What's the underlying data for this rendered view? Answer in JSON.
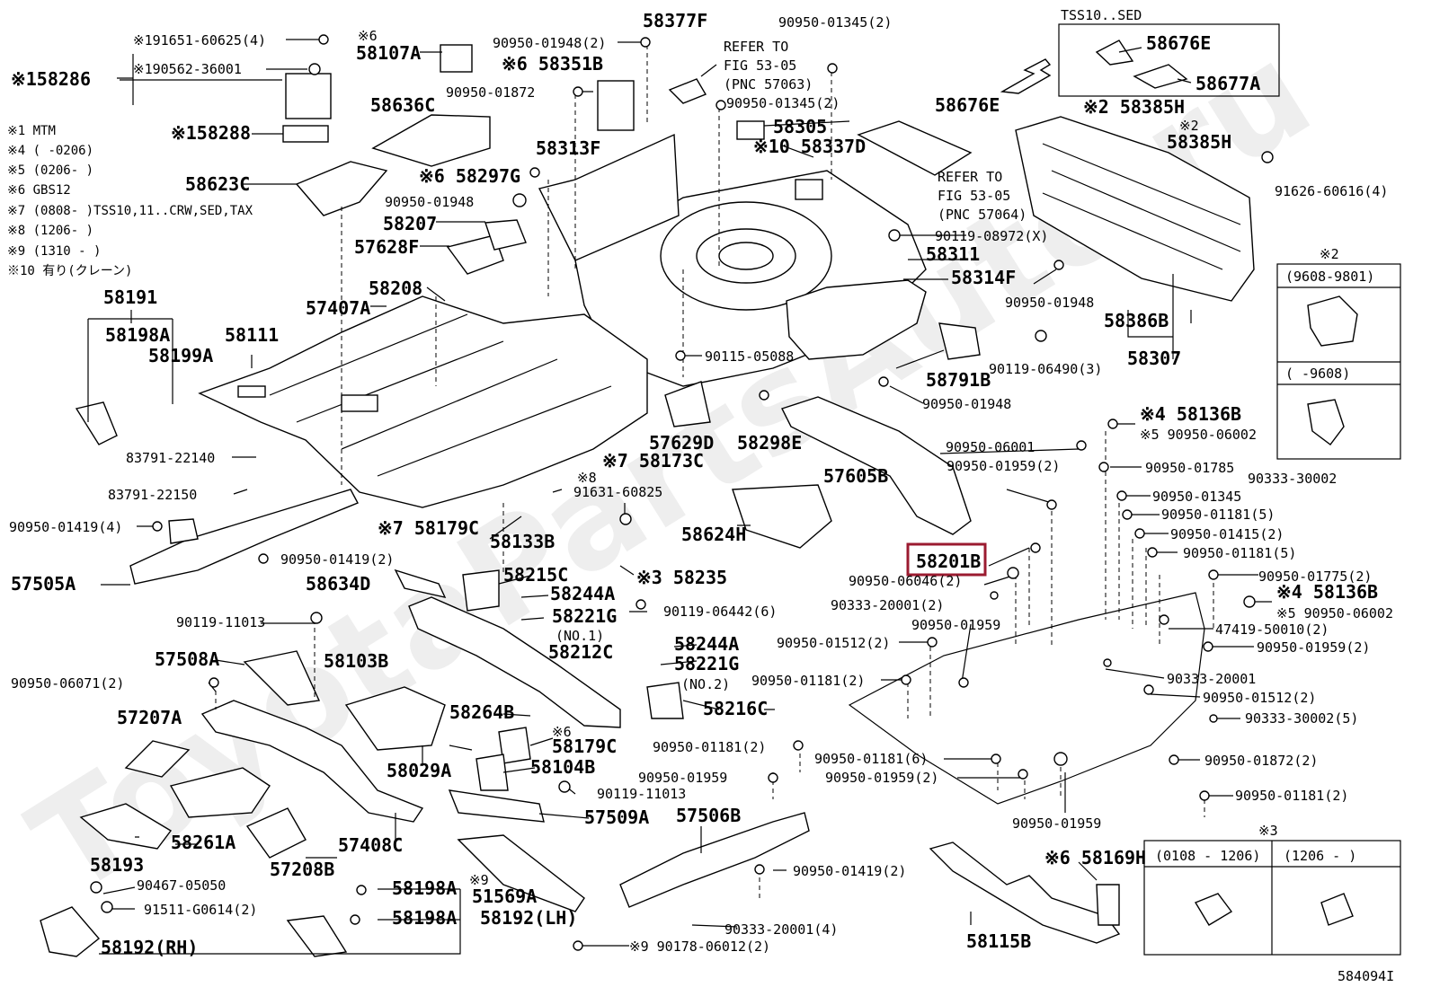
{
  "diagram": {
    "figure_id": "584094I",
    "watermark": "ToyotaPartsAuto.ru",
    "legend": [
      "※1 MTM",
      "※4 (      -0206)",
      "※5 (0206-      )",
      "※6 GBS12",
      "※7 (0808-      )TSS10,11..CRW,SED,TAX",
      "※8 (1206-      )",
      "※9 (1310 -      )",
      "※10 有り(クレーン)"
    ],
    "inset_top": {
      "title": "TSS10..SED",
      "labels": [
        "58676E",
        "58677A"
      ]
    },
    "inset_right": {
      "title": "※2",
      "variants": [
        "(9608-9801)",
        "(      -9608)"
      ]
    },
    "inset_bottom": {
      "title": "※3",
      "variants": [
        "(0108 - 1206)",
        "(1206 -      )"
      ]
    },
    "refer_1": [
      "REFER TO",
      "FIG 53-05",
      "(PNC 57063)"
    ],
    "refer_2": [
      "REFER TO",
      "FIG 53-05",
      "(PNC 57064)"
    ],
    "highlighted_part": "58201B",
    "labels": {
      "l001": "※191651-60625(4)",
      "l002": "※190562-36001",
      "l003": "※158286",
      "l004": "※158288",
      "l005": "※6",
      "l006": "58107A",
      "l007": "90950-01948(2)",
      "l008": "58377F",
      "l009": "※6 58351B",
      "l010": "90950-01872",
      "l011": "90950-01345(2)",
      "l012": "90950-01345(2)",
      "l013": "58305",
      "l014": "※10 58337D",
      "l015": "58676E",
      "l016": "58636C",
      "l017": "58313F",
      "l018": "※6 58297G",
      "l019": "58623C",
      "l020": "90950-01948",
      "l021": "58207",
      "l022": "57628F",
      "l023": "90119-08972(X)",
      "l024": "58311",
      "l025": "58314F",
      "l026": "58208",
      "l027": "57407A",
      "l028": "58191",
      "l029": "58198A",
      "l030": "58199A",
      "l031": "58111",
      "l032": "90115-05088",
      "l033": "58791B",
      "l034": "90119-06490(3)",
      "l035": "90950-01948",
      "l036": "83791-22140",
      "l037": "57629D",
      "l038": "58298E",
      "l039": "57605B",
      "l040": "90950-06001",
      "l041": "90950-01959(2)",
      "l042": "※7 58173C",
      "l043": "※8",
      "l044": "91631-60825",
      "l045": "83791-22150",
      "l046": "※7 58179C",
      "l047": "90950-01419(4)",
      "l048": "58133B",
      "l049": "58624H",
      "l050": "※3 58235",
      "l051": "90950-01419(2)",
      "l052": "57505A",
      "l053": "58634D",
      "l054": "58215C",
      "l055": "58244A",
      "l056": "58221G",
      "l057": "(NO.1)",
      "l058": "90119-11013",
      "l059": "90119-06442(6)",
      "l060": "58212C",
      "l061": "58244A",
      "l062": "58221G",
      "l063": "(NO.2)",
      "l064": "57508A",
      "l065": "58103B",
      "l066": "90950-06071(2)",
      "l067": "58264B",
      "l068": "58216C",
      "l069": "57207A",
      "l070": "※6",
      "l071": "58179C",
      "l072": "58104B",
      "l073": "58029A",
      "l074": "90119-11013",
      "l075": "58261A",
      "l076": "57408C",
      "l077": "57509A",
      "l078": "57506B",
      "l079": "58193",
      "l080": "57208B",
      "l081": "90467-05050",
      "l082": "58198A",
      "l083": "※9",
      "l084": "51569A",
      "l085": "91511-G0614(2)",
      "l086": "58198A",
      "l087": "58192(LH)",
      "l088": "58192(RH)",
      "l089": "90950-01419(2)",
      "l090": "90333-20001(4)",
      "l091": "※9 90178-06012(2)",
      "l092": "※6 58169H",
      "l093": "58115B",
      "l094": "90950-06046(2)",
      "l095": "90333-20001(2)",
      "l096": "90950-01959",
      "l097": "90950-01512(2)",
      "l098": "90950-01181(2)",
      "l099": "90950-01181(2)",
      "l100": "90950-01181(6)",
      "l101": "90950-01959(2)",
      "l102": "90950-01959",
      "l103": "90950-01959",
      "l104": "※4 58136B",
      "l105": "※5 90950-06002",
      "l106": "90950-01785",
      "l107": "90333-30002",
      "l108": "90950-01345",
      "l109": "90950-01181(5)",
      "l110": "90950-01415(2)",
      "l111": "90950-01181(5)",
      "l112": "90950-01775(2)",
      "l113": "※4 58136B",
      "l114": "※5 90950-06002",
      "l115": "47419-50010(2)",
      "l116": "90950-01959(2)",
      "l117": "90333-20001",
      "l118": "90950-01512(2)",
      "l119": "90333-30002(5)",
      "l120": "90950-01872(2)",
      "l121": "90950-01181(2)",
      "l122": "※2 58385H",
      "l123": "※2",
      "l124": "58385H",
      "l125": "91626-60616(4)",
      "l126": "90950-01948",
      "l127": "58386B",
      "l128": "58307"
    }
  }
}
